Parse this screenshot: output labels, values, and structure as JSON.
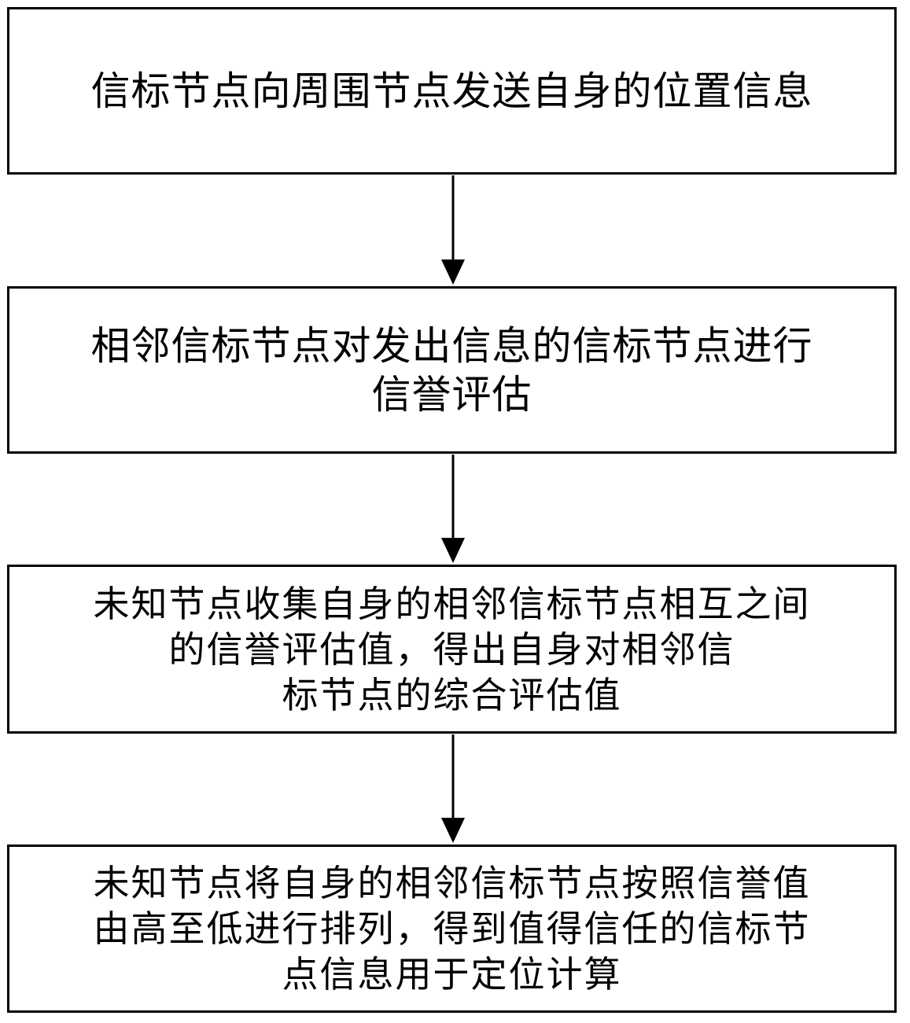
{
  "steps": [
    {
      "lines": [
        "信标节点向周围节点发送自身的位置信息"
      ]
    },
    {
      "lines": [
        "相邻信标节点对发出信息的信标节点进行",
        "信誉评估"
      ]
    },
    {
      "lines": [
        "未知节点收集自身的相邻信标节点相互之间",
        "的信誉评估值，得出自身对相邻信",
        "标节点的综合评估值"
      ]
    },
    {
      "lines": [
        "未知节点将自身的相邻信标节点按照信誉值",
        "由高至低进行排列，得到值得信任的信标节",
        "点信息用于定位计算"
      ]
    }
  ],
  "colors": {
    "stroke": "#000000",
    "background": "#ffffff"
  }
}
